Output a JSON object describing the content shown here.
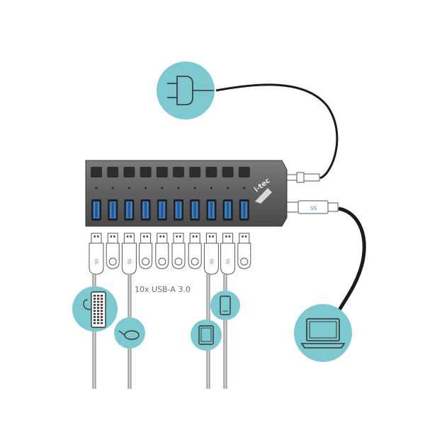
{
  "brand": {
    "name": "i-tec"
  },
  "hub": {
    "port_count": 10,
    "port_label": "10x USB-A 3.0"
  },
  "usb_marking": "SS",
  "colors": {
    "circle_bg": "#7ec9cf",
    "hub_body": "#5f5f61",
    "hub_port": "#3e7fc4",
    "cable": "#1b1b1b",
    "outline": "#4a4a4a"
  },
  "icons": [
    "power-plug-icon",
    "laptop-icon",
    "keyboard-icon",
    "mouse-icon",
    "tablet-icon",
    "smartphone-icon"
  ]
}
